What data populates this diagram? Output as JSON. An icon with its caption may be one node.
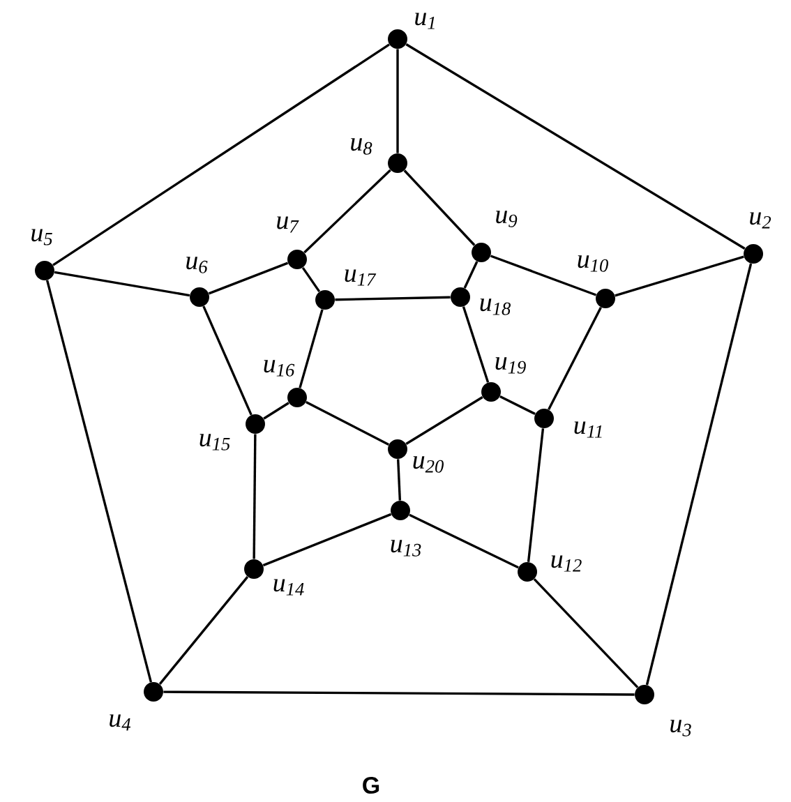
{
  "diagram": {
    "caption": "G",
    "nodes": [
      {
        "text": [],
        "shape": "circle",
        "beside": [
          "u$_{1}$"
        ]
      },
      {
        "text": [],
        "shape": "circle",
        "beside": [
          "u$_{2}$"
        ]
      },
      {
        "text": [],
        "shape": "circle",
        "beside": [
          "u$_{3}$"
        ]
      },
      {
        "text": [],
        "shape": "circle",
        "beside": [
          "u$_{4}$"
        ]
      },
      {
        "text": [],
        "shape": "circle",
        "beside": [
          "u$_{5}$"
        ]
      },
      {
        "text": [],
        "shape": "circle",
        "beside": [
          "u$_{6}$"
        ]
      },
      {
        "text": [],
        "shape": "circle",
        "beside": [
          "u$_{7}$"
        ]
      },
      {
        "text": [],
        "shape": "circle",
        "beside": [
          "u$_{8}$"
        ]
      },
      {
        "text": [],
        "shape": "circle",
        "beside": [
          "u$_{9}$"
        ]
      },
      {
        "text": [],
        "shape": "circle",
        "beside": [
          "u$_{10}$"
        ]
      },
      {
        "text": [],
        "shape": "circle",
        "beside": [
          "u$_{11}$"
        ]
      },
      {
        "text": [],
        "shape": "circle",
        "beside": [
          "u$_{12}$"
        ]
      },
      {
        "text": [],
        "shape": "circle",
        "beside": [
          "u$_{13}$"
        ]
      },
      {
        "text": [],
        "shape": "circle",
        "beside": [
          "u$_{14}$"
        ]
      },
      {
        "text": [],
        "shape": "circle",
        "beside": [
          "u$_{15}$"
        ]
      },
      {
        "text": [],
        "shape": "circle",
        "beside": [
          "u$_{16}$"
        ]
      },
      {
        "text": [],
        "shape": "circle",
        "beside": [
          "u$_{17}$"
        ]
      },
      {
        "text": [],
        "shape": "circle",
        "beside": [
          "u$_{18}$"
        ]
      },
      {
        "text": [],
        "shape": "circle",
        "beside": [
          "u$_{19}$"
        ]
      },
      {
        "text": [],
        "shape": "circle",
        "beside": [
          "u$_{20}$"
        ]
      }
    ],
    "edges": [
      {
        "from": 0,
        "to": 1,
        "arrow": "none"
      },
      {
        "from": 1,
        "to": 2,
        "arrow": "none"
      },
      {
        "from": 2,
        "to": 3,
        "arrow": "none"
      },
      {
        "from": 3,
        "to": 4,
        "arrow": "none"
      },
      {
        "from": 4,
        "to": 0,
        "arrow": "none"
      },
      {
        "from": 0,
        "to": 7,
        "arrow": "none"
      },
      {
        "from": 1,
        "to": 9,
        "arrow": "none"
      },
      {
        "from": 2,
        "to": 11,
        "arrow": "none"
      },
      {
        "from": 3,
        "to": 13,
        "arrow": "none"
      },
      {
        "from": 4,
        "to": 5,
        "arrow": "none"
      },
      {
        "from": 5,
        "to": 6,
        "arrow": "none"
      },
      {
        "from": 6,
        "to": 7,
        "arrow": "none"
      },
      {
        "from": 7,
        "to": 8,
        "arrow": "none"
      },
      {
        "from": 8,
        "to": 9,
        "arrow": "none"
      },
      {
        "from": 9,
        "to": 10,
        "arrow": "none"
      },
      {
        "from": 10,
        "to": 11,
        "arrow": "none"
      },
      {
        "from": 11,
        "to": 12,
        "arrow": "none"
      },
      {
        "from": 12,
        "to": 13,
        "arrow": "none"
      },
      {
        "from": 13,
        "to": 14,
        "arrow": "none"
      },
      {
        "from": 14,
        "to": 5,
        "arrow": "none"
      },
      {
        "from": 6,
        "to": 16,
        "arrow": "none"
      },
      {
        "from": 8,
        "to": 17,
        "arrow": "none"
      },
      {
        "from": 10,
        "to": 18,
        "arrow": "none"
      },
      {
        "from": 12,
        "to": 19,
        "arrow": "none"
      },
      {
        "from": 14,
        "to": 15,
        "arrow": "none"
      },
      {
        "from": 15,
        "to": 16,
        "arrow": "none"
      },
      {
        "from": 16,
        "to": 17,
        "arrow": "none"
      },
      {
        "from": 17,
        "to": 18,
        "arrow": "none"
      },
      {
        "from": 18,
        "to": 19,
        "arrow": "none"
      },
      {
        "from": 19,
        "to": 15,
        "arrow": "none"
      }
    ]
  }
}
